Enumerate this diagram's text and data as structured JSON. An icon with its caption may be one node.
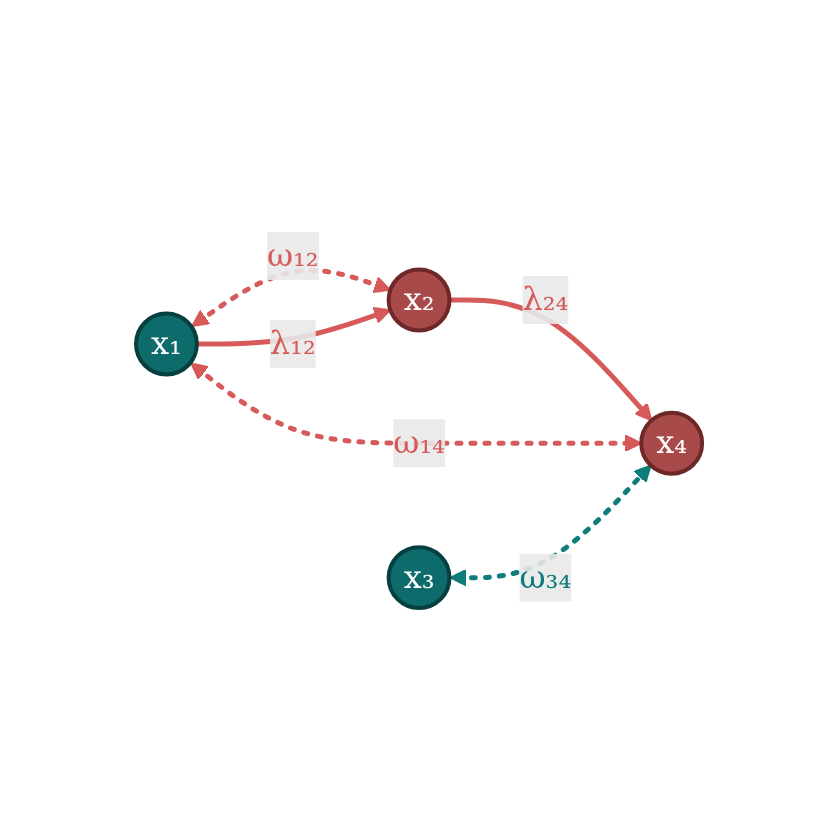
{
  "diagram": {
    "nodes": [
      {
        "text": [
          "x₁"
        ]
      },
      {
        "text": [
          "x₂"
        ]
      },
      {
        "text": [
          "x₃"
        ]
      },
      {
        "text": [
          "x₄"
        ]
      }
    ],
    "edges": [
      {
        "from": 0,
        "to": 1,
        "arrow": "both",
        "label": "ω₁₂",
        "style": "dashed"
      },
      {
        "from": 0,
        "to": 1,
        "arrow": "to",
        "label": "λ₁₂"
      },
      {
        "from": 1,
        "to": 3,
        "arrow": "to",
        "label": "λ₂₄"
      },
      {
        "from": 0,
        "to": 3,
        "arrow": "both",
        "label": "ω₁₄",
        "style": "dashed"
      },
      {
        "from": 2,
        "to": 3,
        "arrow": "both",
        "label": "ω₃₄",
        "style": "dashed",
        "color": "#0e7c7b"
      }
    ]
  }
}
